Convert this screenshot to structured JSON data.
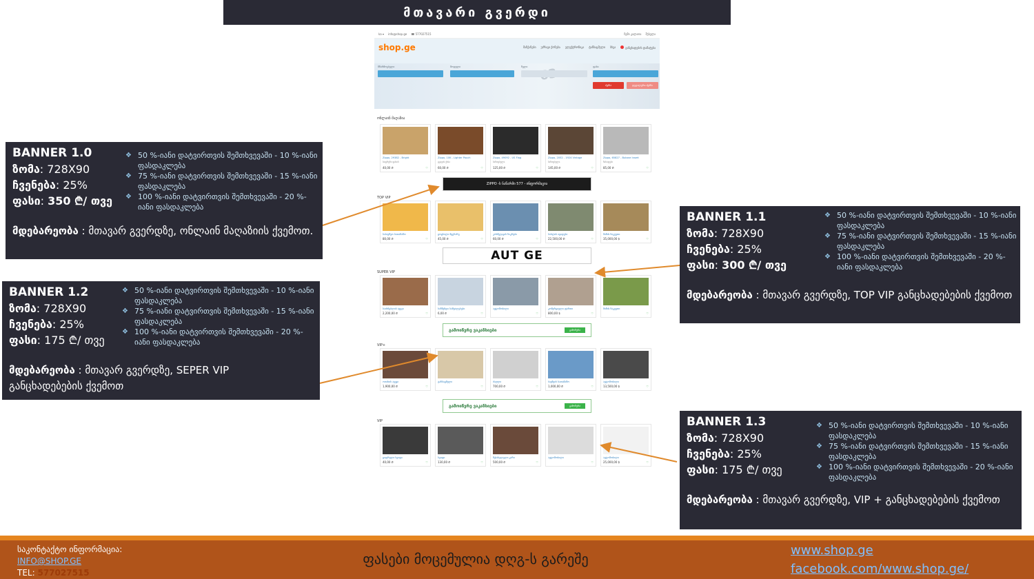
{
  "title": "მთავარი გვერდი",
  "mockup": {
    "topbar": {
      "left": [
        "ka ▾",
        "info@shop.ge",
        "☎ 577027515"
      ],
      "right": [
        "ჩემი კალათა",
        "შესვლა"
      ]
    },
    "logo": "shop.ge",
    "nav": [
      "მანქანები",
      "უძრავი ქონება",
      "ელექტრონიკა",
      "ტანსაცმელი",
      "სხვა",
      "განცხადების დამატება"
    ],
    "search_labels": [
      "მწარმოებელი",
      "მოდელი",
      "წელი",
      "ფასი"
    ],
    "search_button": "ძებნა",
    "detail_button": "დეტალური ძებნა",
    "plate": "63",
    "sections": {
      "online_shop": "ონლაინ მაღაზია",
      "top_vip": "TOP VIP",
      "super_vip": "SUPER VIP",
      "vip_plus": "VIP+",
      "vip": "VIP"
    },
    "online_cards": [
      {
        "title": "Zippo, 29382 - Bright",
        "desc": "საფრენი ფასის",
        "price": "40,00 ₾"
      },
      {
        "title": "Zippo, 10K - Lighter Pouch",
        "desc": "ტყავის ქისა",
        "price": "60,00 ₾"
      },
      {
        "title": "Zippo, 49092 - US Flag",
        "desc": "სანთებელა",
        "price": "125,00 ₾"
      },
      {
        "title": "Zippo, 2052 - 1924 Vintage",
        "desc": "სანთებელა",
        "price": "145,00 ₾"
      },
      {
        "title": "Zippo, 65827 - Butane Insert",
        "desc": "ჩასადები",
        "price": "85,00 ₾"
      }
    ],
    "top_vip_cards": [
      {
        "title": "საბავშვო სათამაშო",
        "price": "80,00 ₾"
      },
      {
        "title": "ცოცხალი მცენარე",
        "price": "45,00 ₾"
      },
      {
        "title": "კოსმეტიკის ნაკრები",
        "price": "60,00 ₾"
      },
      {
        "title": "სახლის იყიდება",
        "price": "22,500,00 ₾"
      },
      {
        "title": "მიწის ნაკვეთი",
        "price": "35,000,00 $"
      }
    ],
    "super_vip_cards": [
      {
        "title": "საძინებლის ავეჯი",
        "price": "2,200,00 ₾"
      },
      {
        "title": "საწმენდი საშუალებები",
        "price": "6,00 ₾"
      },
      {
        "title": "ავტომობილი",
        "price": ""
      },
      {
        "title": "კომერციული ფართი",
        "price": "800,00 $"
      },
      {
        "title": "მიწის ნაკვეთი",
        "price": ""
      }
    ],
    "vip_plus_cards": [
      {
        "title": "ოთახის ავეჯი",
        "price": "1,900,00 ₾"
      },
      {
        "title": "ტანსაცმელი",
        "price": ""
      },
      {
        "title": "ძაღლი",
        "price": "700,00 ₾"
      },
      {
        "title": "ბავშვის სათამაშო",
        "price": "1,000,00 ₾"
      },
      {
        "title": "ავტომობილი",
        "price": "13,500,00 $"
      }
    ],
    "vip_cards": [
      {
        "title": "ციფრული სეიფი",
        "price": "40,00 ₾"
      },
      {
        "title": "სეიფი",
        "price": "130,00 ₾"
      },
      {
        "title": "შესასვლელი კარი",
        "price": "500,00 ₾"
      },
      {
        "title": "ავტომობილი",
        "price": ""
      },
      {
        "title": "ავტომობილი",
        "price": "25,000,00 $"
      }
    ],
    "banner_zippo": "ZIPPO -ს ნაწარმი  577 - ინფორმაცია",
    "banner_auto": "AUT GE",
    "banner_jobs": "გამოიწერე ვაკანსიები",
    "banner_jobs_btn": "გამოწერა"
  },
  "banners": [
    {
      "name": "BANNER 1.0",
      "size_label": "ზომა",
      "size": "728X90",
      "views_label": "ჩვენება",
      "views": "25%",
      "price_label": "ფასი",
      "price": "350 ₾/ თვე",
      "location_label": "მდებარეობა",
      "location": "მთავარ გვერდზე, ონლაინ მაღაზიის ქვემოთ.",
      "discounts": [
        "50 %-იანი დატვირთვის შემთხვევაში - 10 %-იანი ფასდაკლება",
        "75 %-იანი დატვირთვის შემთხვევაში - 15 %-იანი ფასდაკლება",
        "100 %-იანი დატვირთვის შემთხვევაში - 20 %-იანი ფასდაკლება"
      ]
    },
    {
      "name": "BANNER 1.1",
      "size_label": "ზომა",
      "size": "728X90",
      "views_label": "ჩვენება",
      "views": "25%",
      "price_label": "ფასი",
      "price": "300 ₾/ თვე",
      "location_label": "მდებარეობა",
      "location": "მთავარ გვერდზე, TOP VIP განცხადებების ქვემოთ",
      "discounts": [
        "50 %-იანი დატვირთვის შემთხვევაში - 10 %-იანი ფასდაკლება",
        "75 %-იანი დატვირთვის შემთხვევაში - 15 %-იანი ფასდაკლება",
        "100 %-იანი დატვირთვის შემთხვევაში - 20 %-იანი ფასდაკლება"
      ]
    },
    {
      "name": "BANNER 1.2",
      "size_label": "ზომა",
      "size": "728X90",
      "views_label": "ჩვენება",
      "views": "25%",
      "price_label": "ფასი",
      "price": "175 ₾/ თვე",
      "location_label": "მდებარეობა",
      "location": "მთავარ გვერდზე, SEPER VIP განცხადებების ქვემოთ",
      "discounts": [
        "50 %-იანი დატვირთვის შემთხვევაში - 10 %-იანი ფასდაკლება",
        "75 %-იანი დატვირთვის შემთხვევაში - 15 %-იანი ფასდაკლება",
        "100 %-იანი დატვირთვის შემთხვევაში - 20 %-იანი ფასდაკლება"
      ]
    },
    {
      "name": "BANNER 1.3",
      "size_label": "ზომა",
      "size": "728X90",
      "views_label": "ჩვენება",
      "views": "25%",
      "price_label": "ფასი",
      "price": "175 ₾/ თვე",
      "location_label": "მდებარეობა",
      "location": "მთავარ გვერდზე, VIP + განცხადებების ქვემოთ",
      "discounts": [
        "50 %-იანი დატვირთვის შემთხვევაში - 10 %-იანი ფასდაკლება",
        "75 %-იანი დატვირთვის შემთხვევაში - 15 %-იანი ფასდაკლება",
        "100 %-იანი დატვირთვის შემთხვევაში - 20 %-იანი ფასდაკლება"
      ]
    }
  ],
  "footer": {
    "contact_title": "საკონტაქტო ინფორმაცია:",
    "email": "INFO@SHOP.GE",
    "tel_label": "TEL:",
    "tel": "577027515",
    "vat_note": "ფასები მოცემულია დღგ-ს გარეშე",
    "link_site": "www.shop.ge",
    "link_fb": "facebook.com/www.shop.ge/"
  },
  "colors": {
    "panel": "#2a2a35",
    "footer": "#b0541a",
    "footer_stripe": "#e5851f",
    "arrow": "#e08a2c",
    "brand": "#ff7a00"
  }
}
